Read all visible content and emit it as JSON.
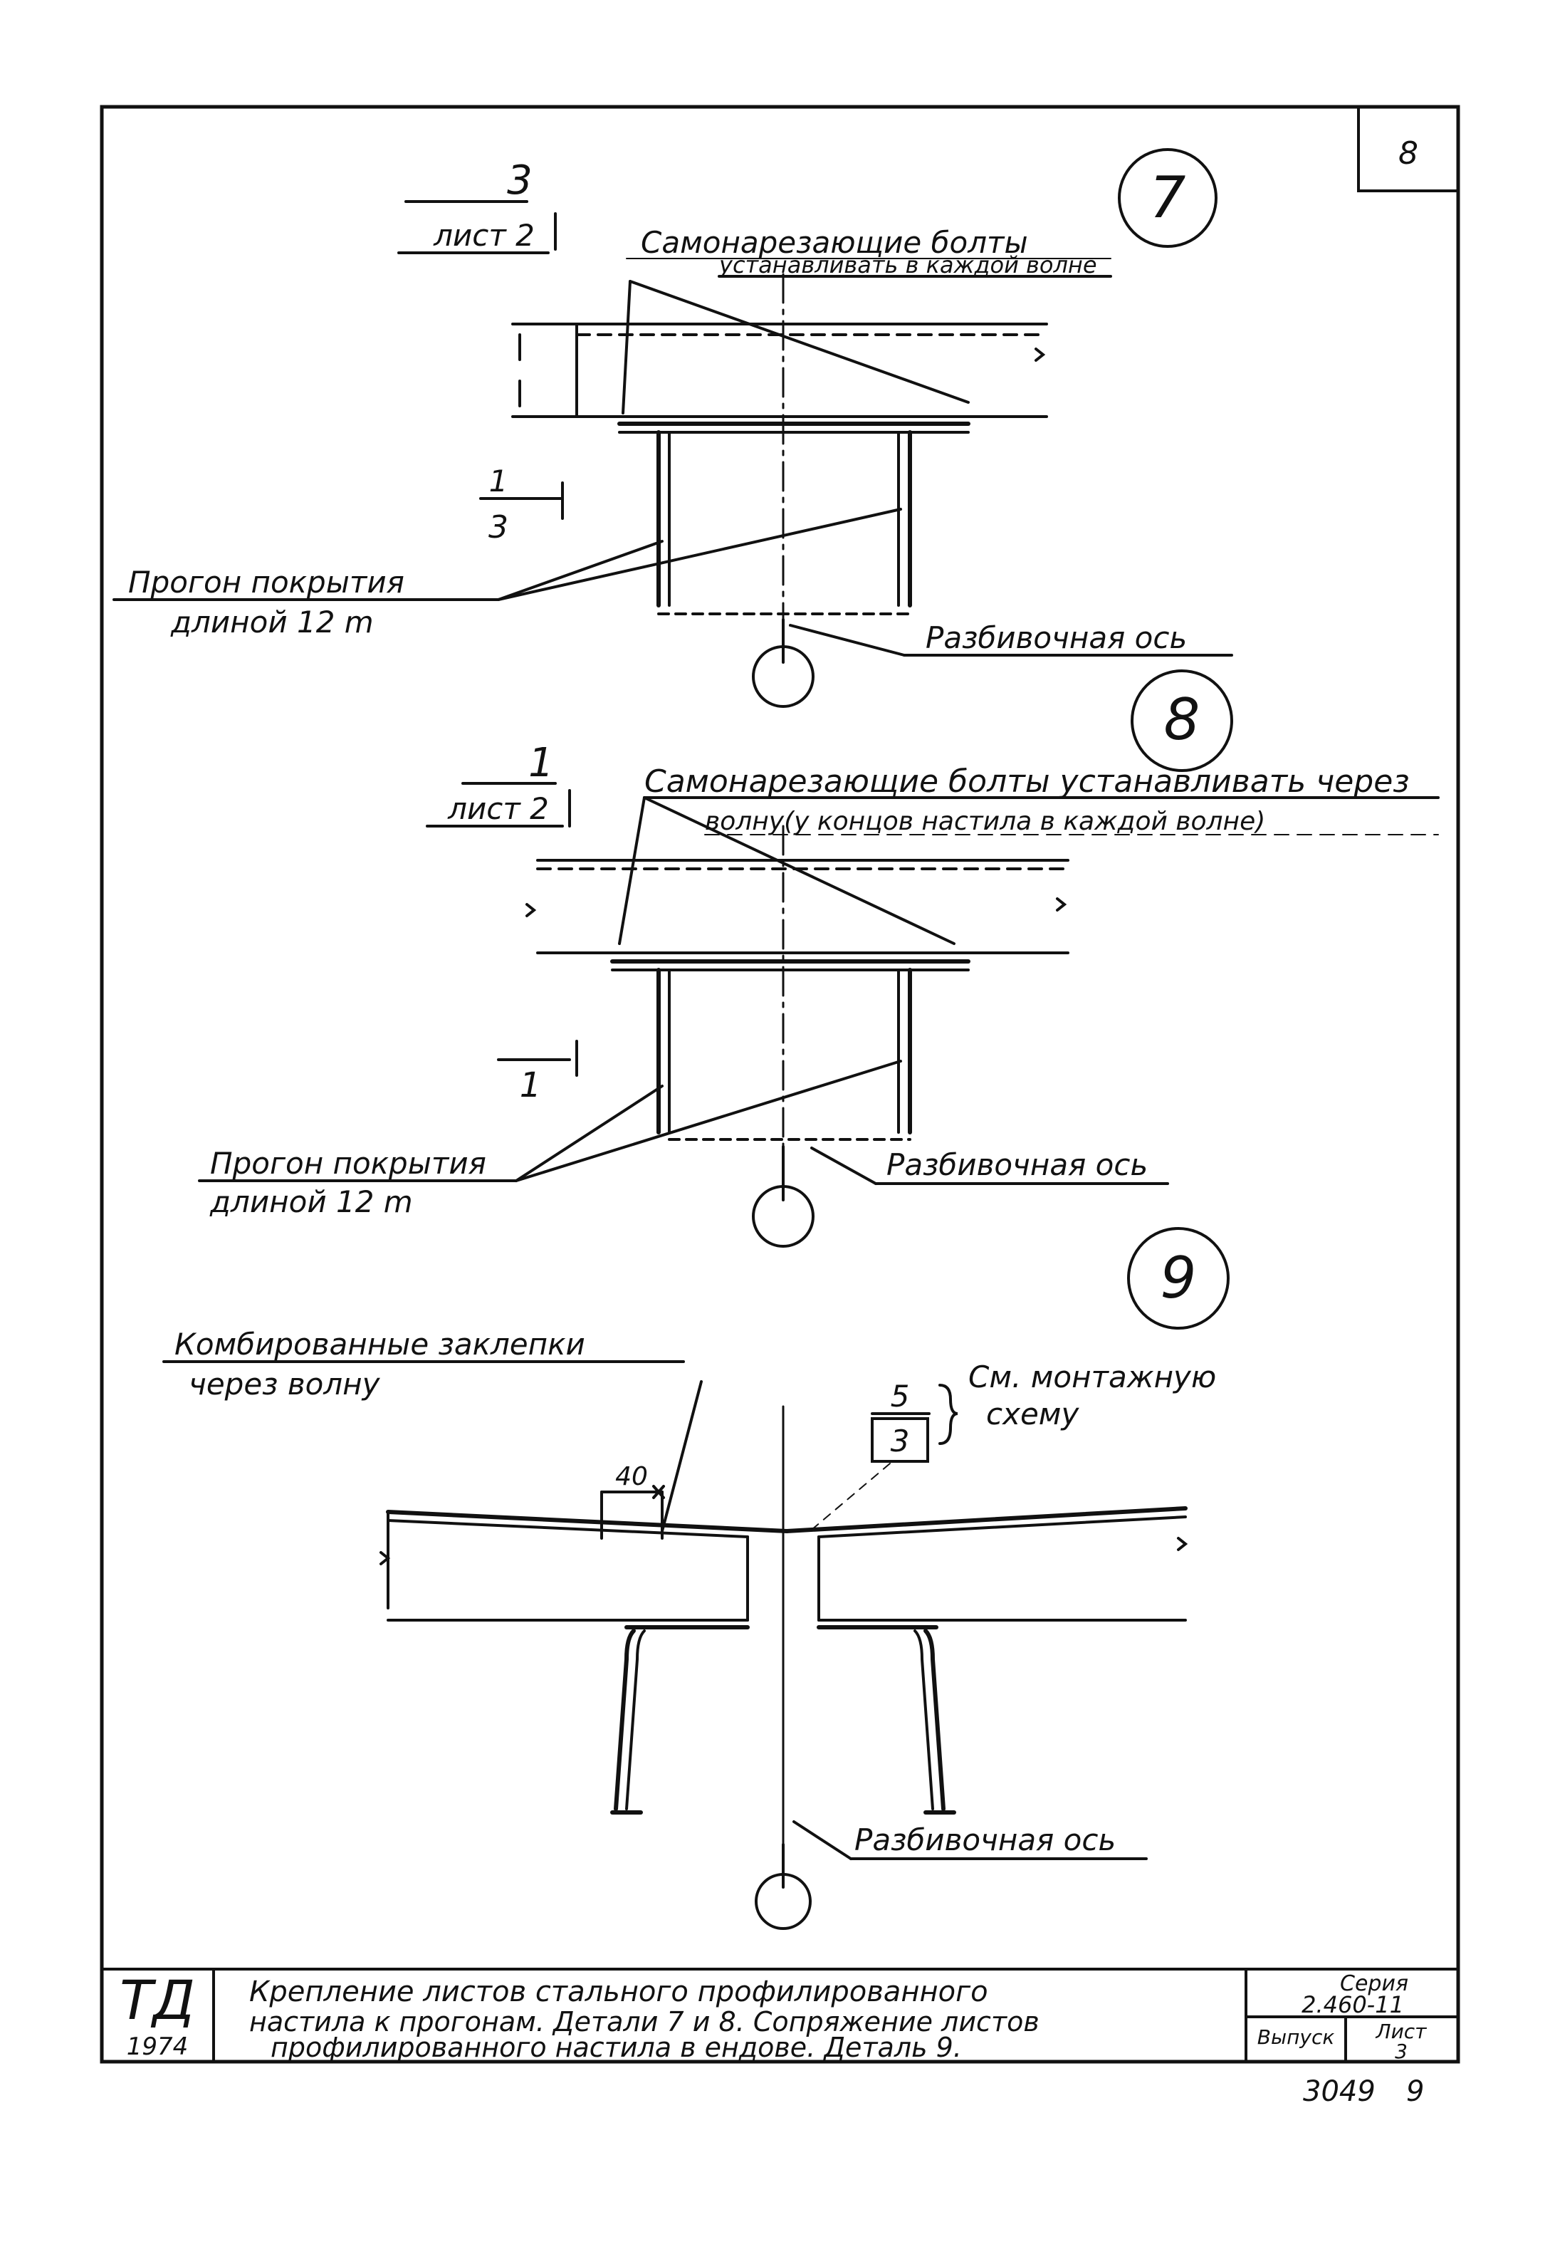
{
  "sheet": {
    "page_number": "8",
    "stamp_footer": "3049",
    "stamp_footer_page": "9"
  },
  "detail7": {
    "number": "7",
    "section_ref_top": {
      "numerator": "3",
      "denominator": "лист 2"
    },
    "section_ref_bottom": {
      "numerator": "1",
      "denominator": "3"
    },
    "bolts_note_line1": "Самонарезающие болты",
    "bolts_note_line2": "устанавливать в каждой волне",
    "purlin_note_line1": "Прогон покрытия",
    "purlin_note_line2": "длиной 12 m",
    "axis_note": "Разбивочная ось"
  },
  "detail8": {
    "number": "8",
    "section_ref_top": {
      "numerator": "1",
      "denominator": "лист 2"
    },
    "section_ref_bottom": {
      "numerator": "1"
    },
    "bolts_note_line1": "Самонарезающие болты устанавливать через",
    "bolts_note_line2": "волну(у концов настила в каждой волне)",
    "purlin_note_line1": "Прогон покрытия",
    "purlin_note_line2": "длиной 12 m",
    "axis_note": "Разбивочная ось"
  },
  "detail9": {
    "number": "9",
    "rivets_note_line1": "Комбированные заклепки",
    "rivets_note_line2": "через волну",
    "dimension": "40",
    "ref_numerator": "5",
    "ref_denominator": "3",
    "ref_note_line1": "См. монтажную",
    "ref_note_line2": "схему",
    "axis_note": "Разбивочная ось"
  },
  "title_block": {
    "logo": "ТД",
    "year": "1974",
    "title_line1": "Крепление листов стального профилированного",
    "title_line2": "настила к прогонам. Детали 7 и 8. Сопряжение листов",
    "title_line3": "профилированного настила в ендове. Деталь 9.",
    "series_label": "Серия",
    "series_value": "2.460-11",
    "issue_label": "Выпуск",
    "sheet_label": "Лист",
    "sheet_value": "3"
  }
}
